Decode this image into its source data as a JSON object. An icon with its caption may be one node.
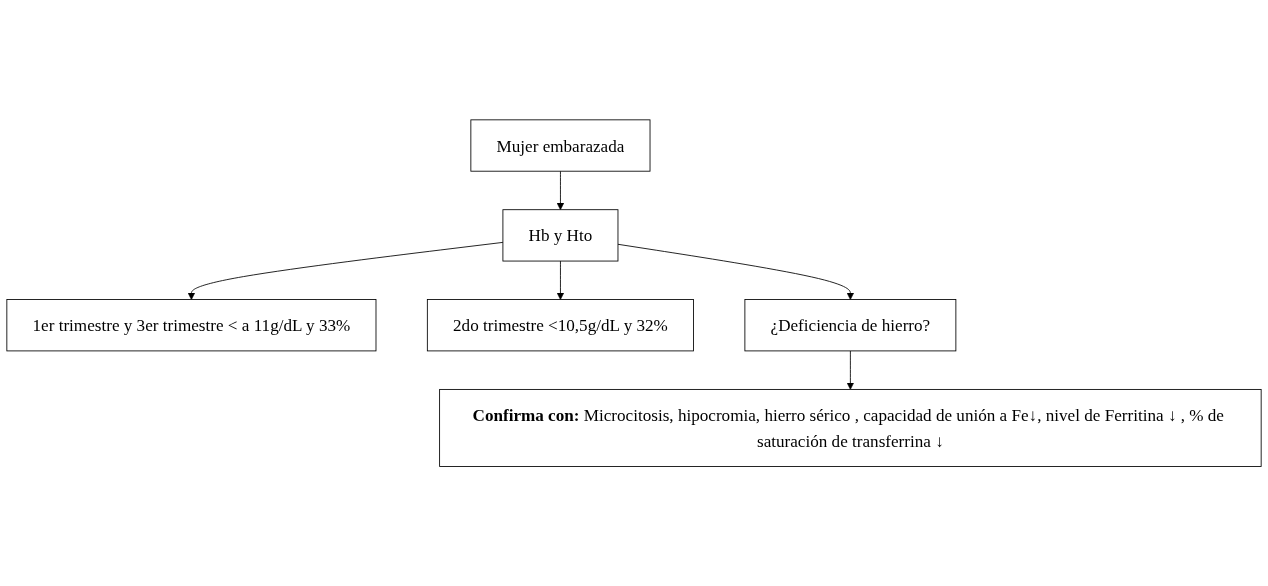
{
  "diagram": {
    "nodes": [
      {
        "text": [
          "Mujer embarazada"
        ]
      },
      {
        "text": [
          "1er trimestre y 3er trimestre < a 11g/dL y 33%"
        ]
      },
      {
        "text": [
          "Hb y Hto"
        ]
      },
      {
        "text": [
          "2do trimestre <10,5g/dL y 32%"
        ]
      },
      {
        "text": [
          "¿Deficiencia de hierro?"
        ]
      },
      {
        "text": [
          "**Confirma con:** Microcitosis, hipocromia, hierro sérico , capacidad de unión a Fe↓, nivel de Ferritina ↓ , % de saturación de transferrina ↓"
        ]
      }
    ],
    "edges": [
      {
        "from": 0,
        "to": 2,
        "arrow": "to"
      },
      {
        "from": 2,
        "to": 1,
        "arrow": "to"
      },
      {
        "from": 2,
        "to": 3,
        "arrow": "to"
      },
      {
        "from": 2,
        "to": 4,
        "arrow": "to"
      },
      {
        "from": 4,
        "to": 5,
        "arrow": "to"
      }
    ]
  }
}
